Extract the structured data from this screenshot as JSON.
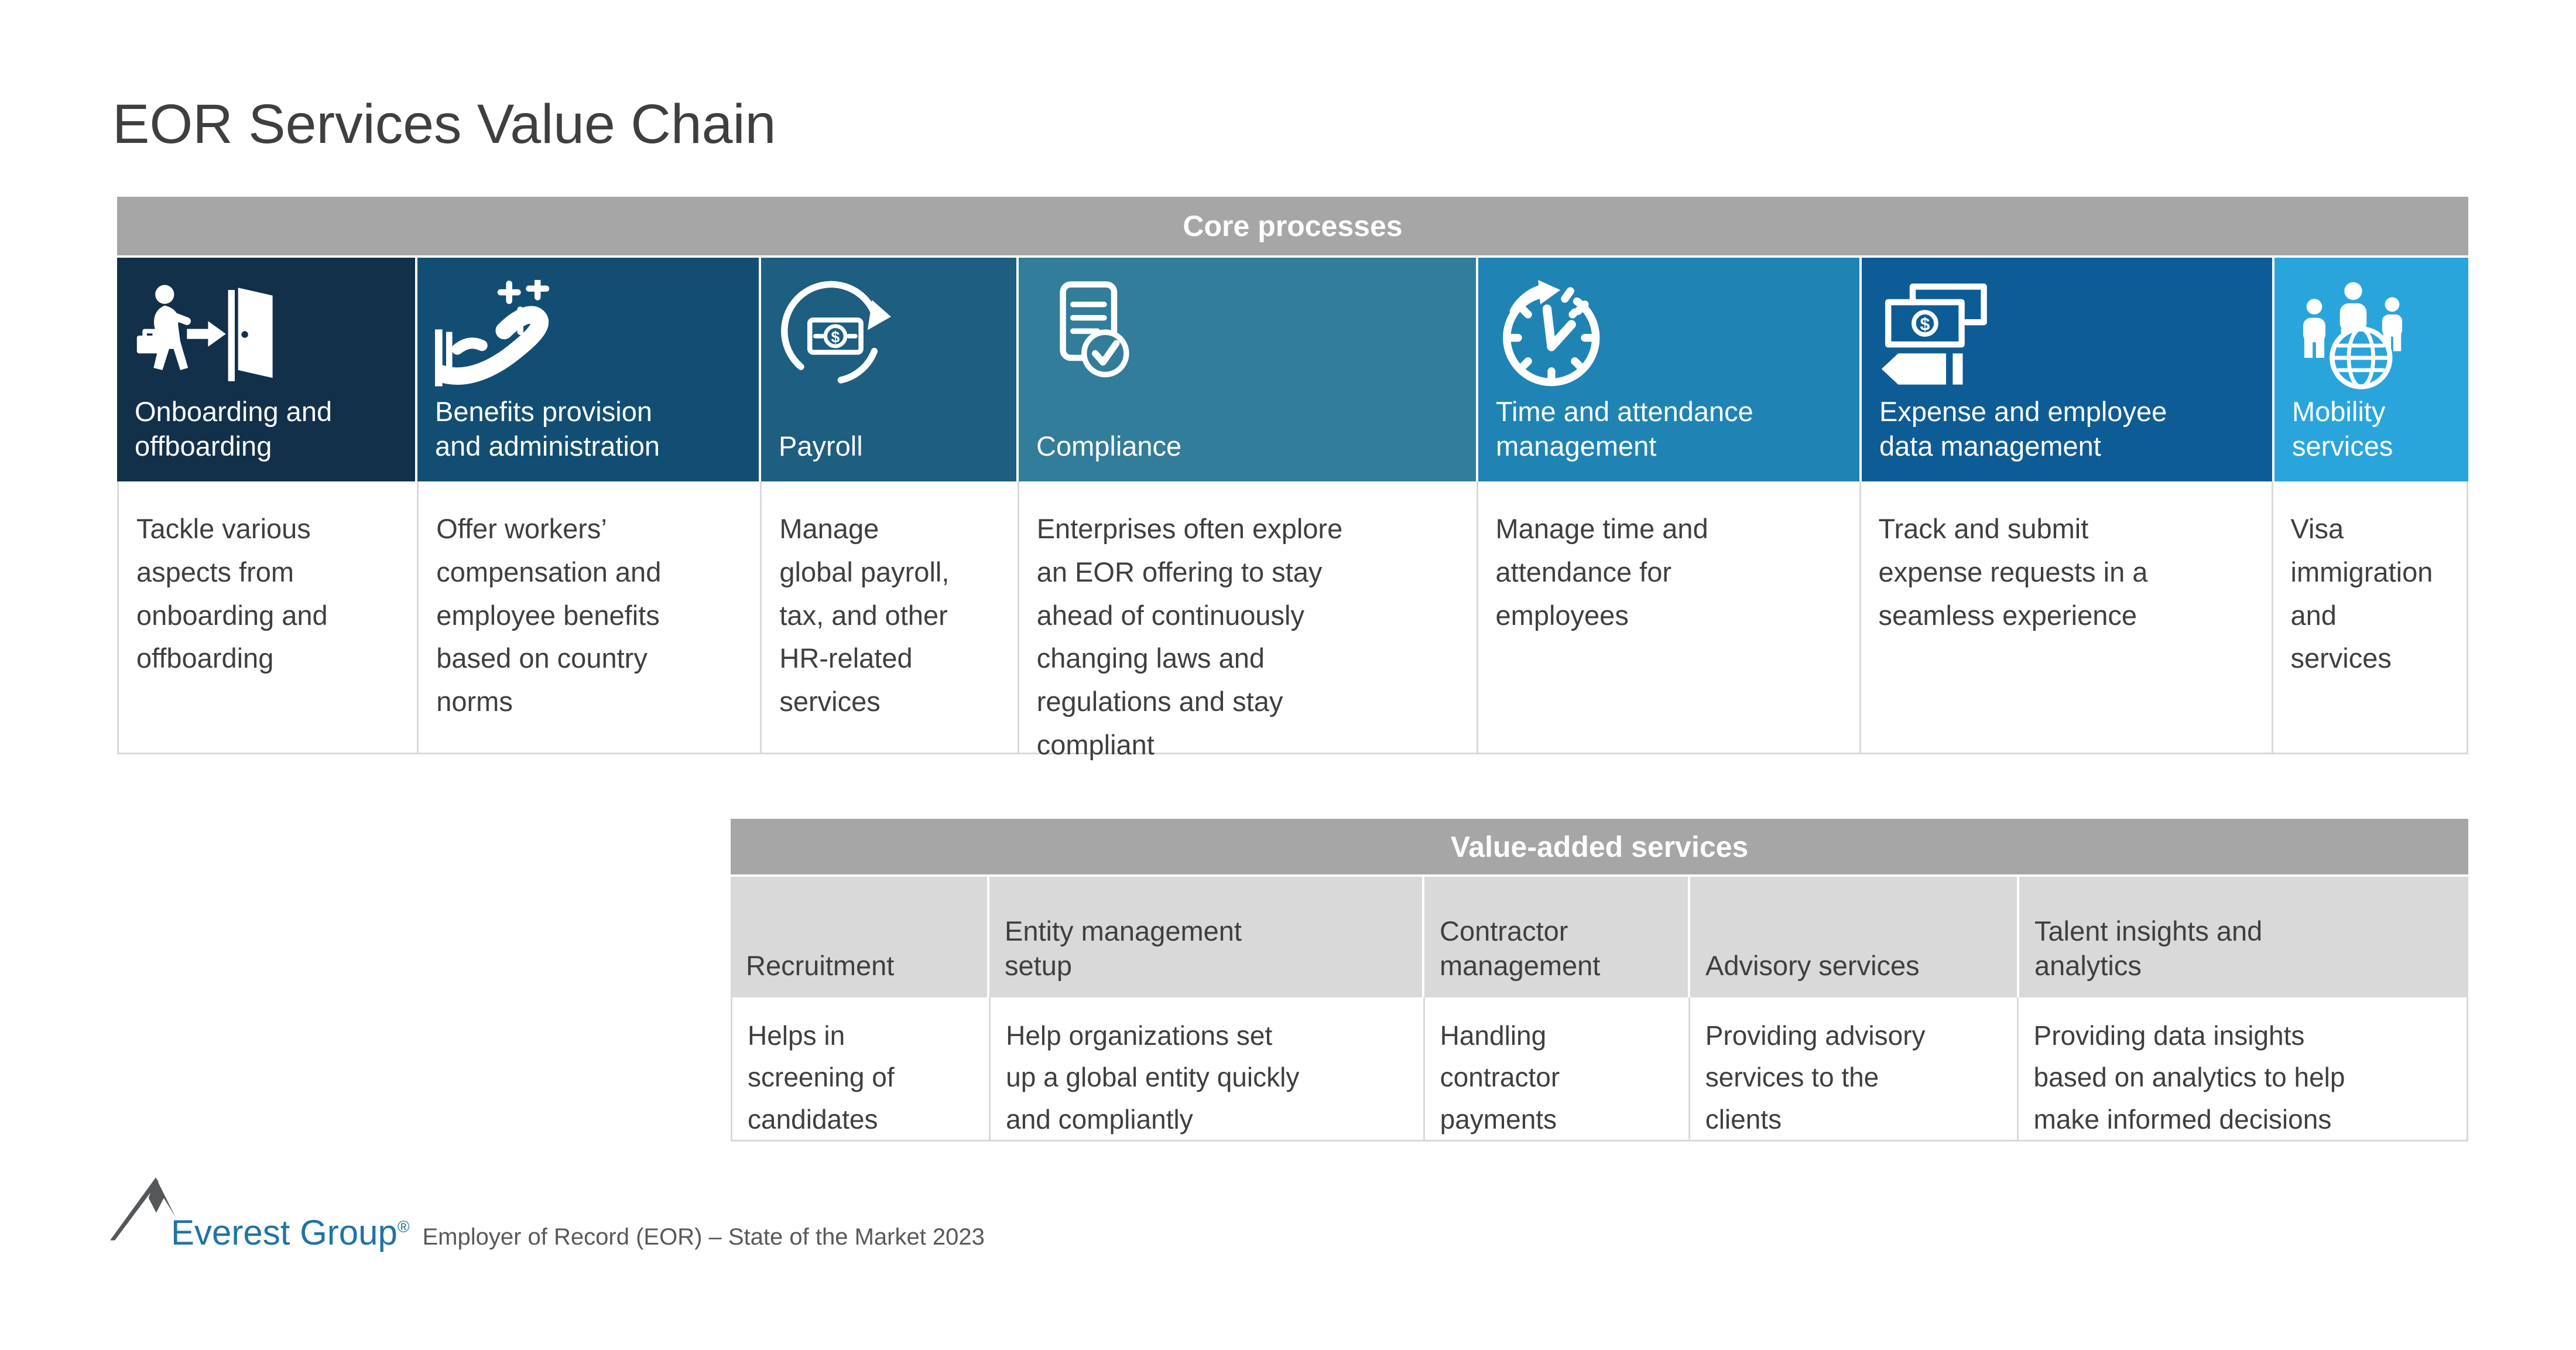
{
  "page": {
    "title": "EOR Services Value Chain"
  },
  "core_table": {
    "header": "Core processes",
    "header_bg": "#A6A6A6",
    "columns": [
      {
        "label": "Onboarding and\noffboarding",
        "description": "Tackle various\naspects from\nonboarding and\noffboarding",
        "color": "#12304A",
        "icon": "person-exit-door-icon"
      },
      {
        "label": "Benefits provision\nand administration",
        "description": "Offer workers’\ncompensation and\nemployee benefits\nbased on country\nnorms",
        "color": "#124E73",
        "icon": "hand-benefits-icon"
      },
      {
        "label": "Payroll",
        "description": "Manage\nglobal payroll,\ntax, and other\nHR-related\nservices",
        "color": "#1D5E81",
        "icon": "payroll-cycle-icon"
      },
      {
        "label": "Compliance",
        "description": "Enterprises often explore\nan EOR offering to stay\nahead of continuously\nchanging laws and\nregulations and stay\ncompliant",
        "color": "#327D99",
        "icon": "document-check-icon"
      },
      {
        "label": "Time and attendance\nmanagement",
        "description": "Manage time and\nattendance for\nemployees",
        "color": "#1F84B4",
        "icon": "clock-icon"
      },
      {
        "label": "Expense and employee\ndata management",
        "description": "Track and submit\nexpense requests in a\nseamless experience",
        "color": "#0E5C96",
        "icon": "banknotes-icon"
      },
      {
        "label": "Mobility\nservices",
        "description": "Visa\nimmigration\nand\nservices",
        "color": "#2AA5DC",
        "icon": "people-globe-icon"
      }
    ]
  },
  "value_added_table": {
    "header": "Value-added services",
    "header_bg": "#A6A6A6",
    "row_bg": "#D9D9D9",
    "columns": [
      {
        "label": "Recruitment",
        "description": "Helps in\nscreening of\ncandidates"
      },
      {
        "label": "Entity management\nsetup",
        "description": "Help organizations set\nup a global entity quickly\nand compliantly"
      },
      {
        "label": "Contractor\nmanagement",
        "description": "Handling\ncontractor\npayments"
      },
      {
        "label": "Advisory services",
        "description": "Providing advisory\nservices to the\nclients"
      },
      {
        "label": "Talent insights and\nanalytics",
        "description": "Providing data insights\nbased on analytics to help\nmake informed decisions"
      }
    ]
  },
  "footer": {
    "logo_text": "Everest Group",
    "registered_mark": "®",
    "source": "Employer of Record (EOR) – State of the Market 2023",
    "logo_color": "#2173A3",
    "mountain_color": "#54585A"
  }
}
